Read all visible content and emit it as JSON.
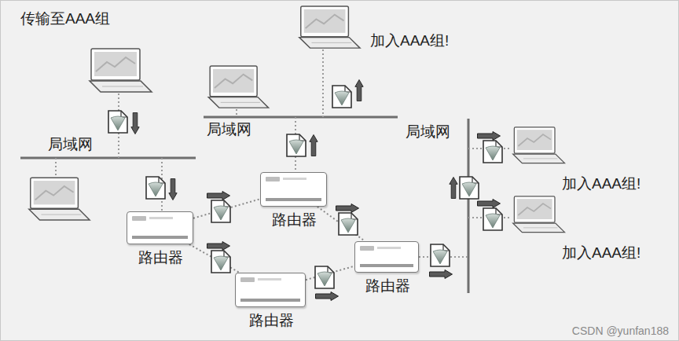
{
  "diagram": {
    "title": "传输至AAA组",
    "nodes": [
      {
        "text": [
          "加入AAA组!"
        ]
      },
      {
        "text": [
          "路由器"
        ]
      },
      {
        "text": [
          "路由器"
        ]
      },
      {
        "text": [
          "路由器"
        ]
      },
      {
        "text": [
          "路由器"
        ]
      },
      {
        "text": [
          "加入AAA组!"
        ]
      },
      {
        "text": [
          "加入AAA组!"
        ]
      }
    ],
    "edges": [
      {
        "from": 1,
        "to": 2,
        "arrow": "none"
      },
      {
        "from": 1,
        "to": 3,
        "arrow": "none"
      },
      {
        "from": 3,
        "to": 4,
        "arrow": "none"
      },
      {
        "from": 2,
        "to": 4,
        "arrow": "none"
      }
    ],
    "labels": [
      "局域网",
      "局域网",
      "局域网",
      "CSDN @yunfan188"
    ]
  }
}
